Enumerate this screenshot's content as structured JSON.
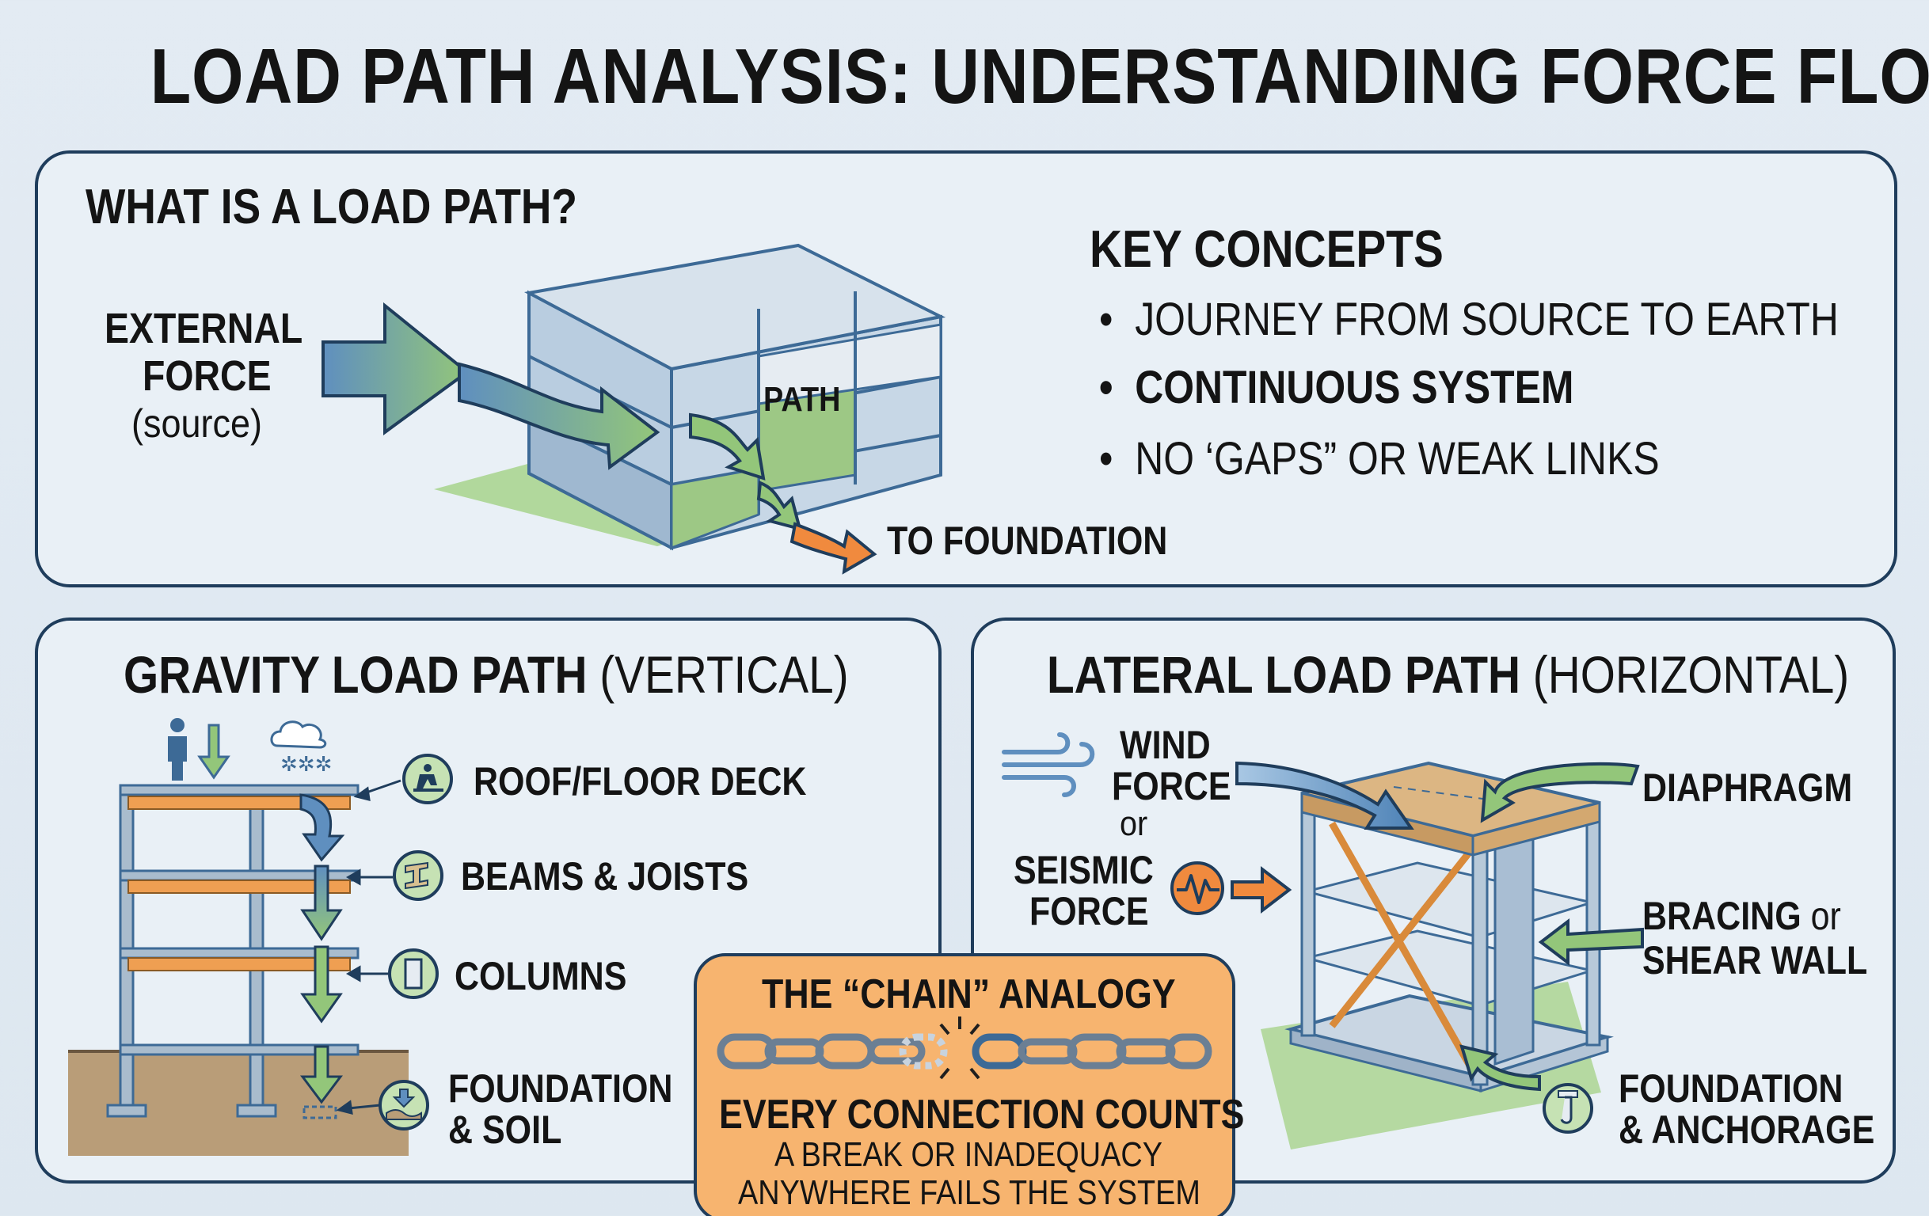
{
  "title": "LOAD PATH ANALYSIS: UNDERSTANDING FORCE FLOW",
  "top_panel": {
    "heading": "WHAT IS A LOAD PATH?",
    "external_force": "EXTERNAL",
    "external_force_2": "FORCE",
    "source": "(source)",
    "path_label": "PATH",
    "to_foundation": "TO FOUNDATION",
    "key_concepts": {
      "heading": "KEY CONCEPTS",
      "items": [
        "JOURNEY FROM SOURCE TO EARTH",
        "CONTINUOUS SYSTEM",
        "NO ‘GAPS” OR WEAK LINKS"
      ]
    }
  },
  "gravity_panel": {
    "heading_bold": "GRAVITY LOAD PATH",
    "heading_light": "(VERTICAL)",
    "items": [
      {
        "label": "ROOF/FLOOR DECK",
        "icon": "person-deck-icon"
      },
      {
        "label": "BEAMS & JOISTS",
        "icon": "i-beam-icon"
      },
      {
        "label": "COLUMNS",
        "icon": "column-icon"
      },
      {
        "label": "FOUNDATION",
        "label_2": "& SOIL",
        "icon": "foundation-soil-icon"
      }
    ]
  },
  "lateral_panel": {
    "heading_bold": "LATERAL LOAD PATH",
    "heading_light": "(HORIZONTAL)",
    "wind": "WIND",
    "wind_2": "FORCE",
    "or": "or",
    "seismic": "SEISMIC",
    "seismic_2": "FORCE",
    "diaphragm": "DIAPHRAGM",
    "bracing": "BRACING",
    "bracing_or": "or",
    "shear_wall": "SHEAR WALL",
    "foundation": "FOUNDATION",
    "anchorage": "& ANCHORAGE"
  },
  "chain": {
    "heading": "THE “CHAIN” ANALOGY",
    "counts": "EVERY CONNECTION COUNTS",
    "line1": "A BREAK OR INADEQUACY",
    "line2": "ANYWHERE FAILS THE SYSTEM"
  },
  "colors": {
    "navy": "#1f3d5c",
    "blue": "#5f8fbf",
    "green": "#93c67a",
    "orange": "#f08a3e",
    "beam_orange": "#ef9f52",
    "panel_bg": "#e9f0f6"
  }
}
